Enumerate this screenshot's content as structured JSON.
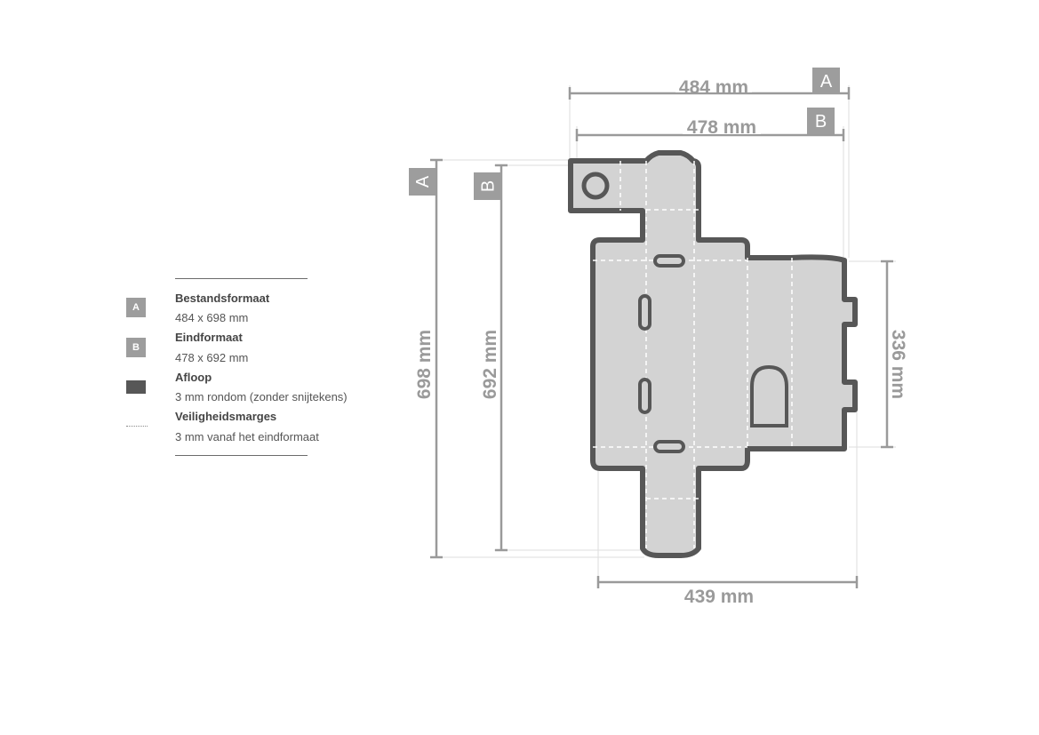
{
  "legend": {
    "items": [
      {
        "marker": "A",
        "title": "Bestandsformaat",
        "desc": "484 x 698 mm"
      },
      {
        "marker": "B",
        "title": "Eindformaat",
        "desc": "478 x 692 mm"
      },
      {
        "marker": "",
        "title": "Afloop",
        "desc": "3 mm rondom (zonder snijtekens)"
      },
      {
        "marker": "",
        "title": "Veiligheidsmarges",
        "desc": "3 mm vanaf het eindformaat"
      }
    ]
  },
  "dimensions": {
    "top_a": {
      "label": "484 mm",
      "badge": "A"
    },
    "top_b": {
      "label": "478 mm",
      "badge": "B"
    },
    "left_a": {
      "label": "698 mm",
      "badge": "A"
    },
    "left_b": {
      "label": "692 mm",
      "badge": "B"
    },
    "right": {
      "label": "336 mm"
    },
    "bottom": {
      "label": "439 mm"
    }
  },
  "colors": {
    "panel_fill": "#d3d3d3",
    "outline": "#575757",
    "dimension": "#9a9a9a",
    "badge": "#9d9d9d"
  }
}
